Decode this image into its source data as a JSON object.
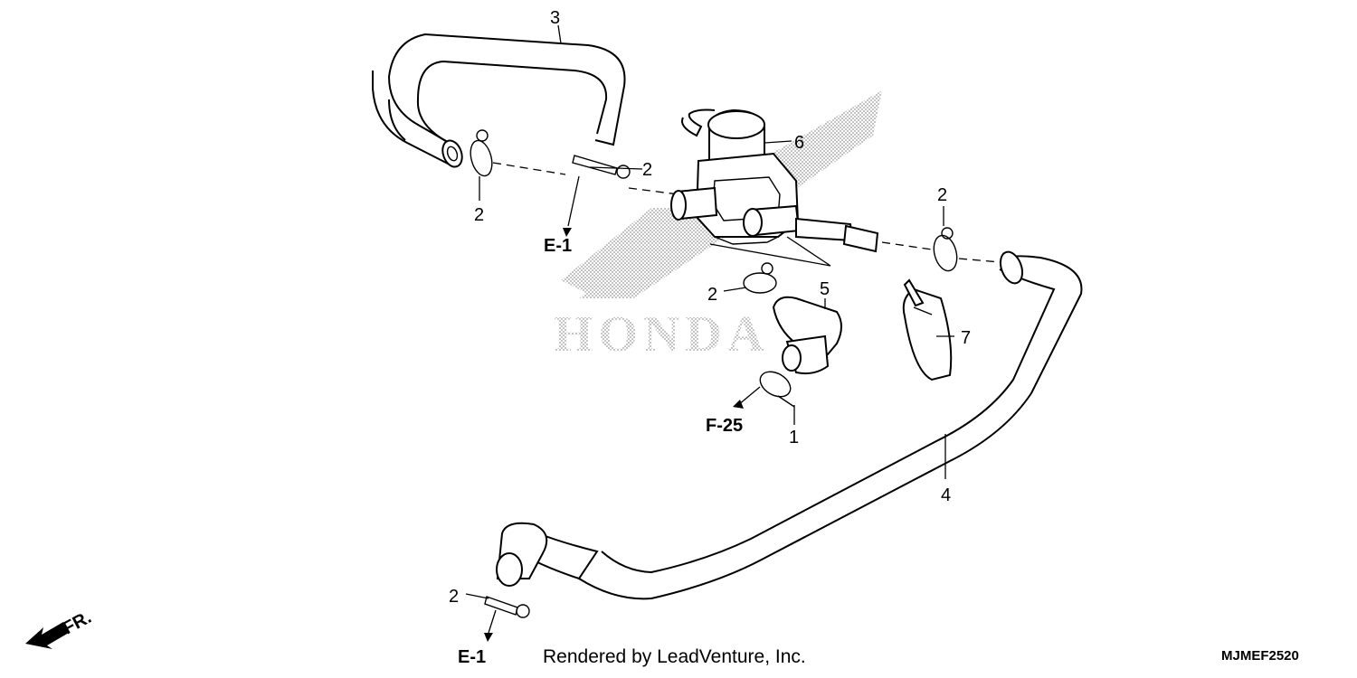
{
  "watermark": {
    "brand": "HONDA"
  },
  "callouts": {
    "c1": "1",
    "c2a": "2",
    "c2b": "2",
    "c2c": "2",
    "c2d": "2",
    "c2e": "2",
    "c3": "3",
    "c4": "4",
    "c5": "5",
    "c6": "6",
    "c7": "7"
  },
  "references": {
    "e1_top": "E-1",
    "e1_bottom": "E-1",
    "f25": "F-25"
  },
  "direction": {
    "label": "FR."
  },
  "footer": {
    "rendered_by": "Rendered by LeadVenture, Inc.",
    "diagram_code": "MJMEF2520"
  }
}
